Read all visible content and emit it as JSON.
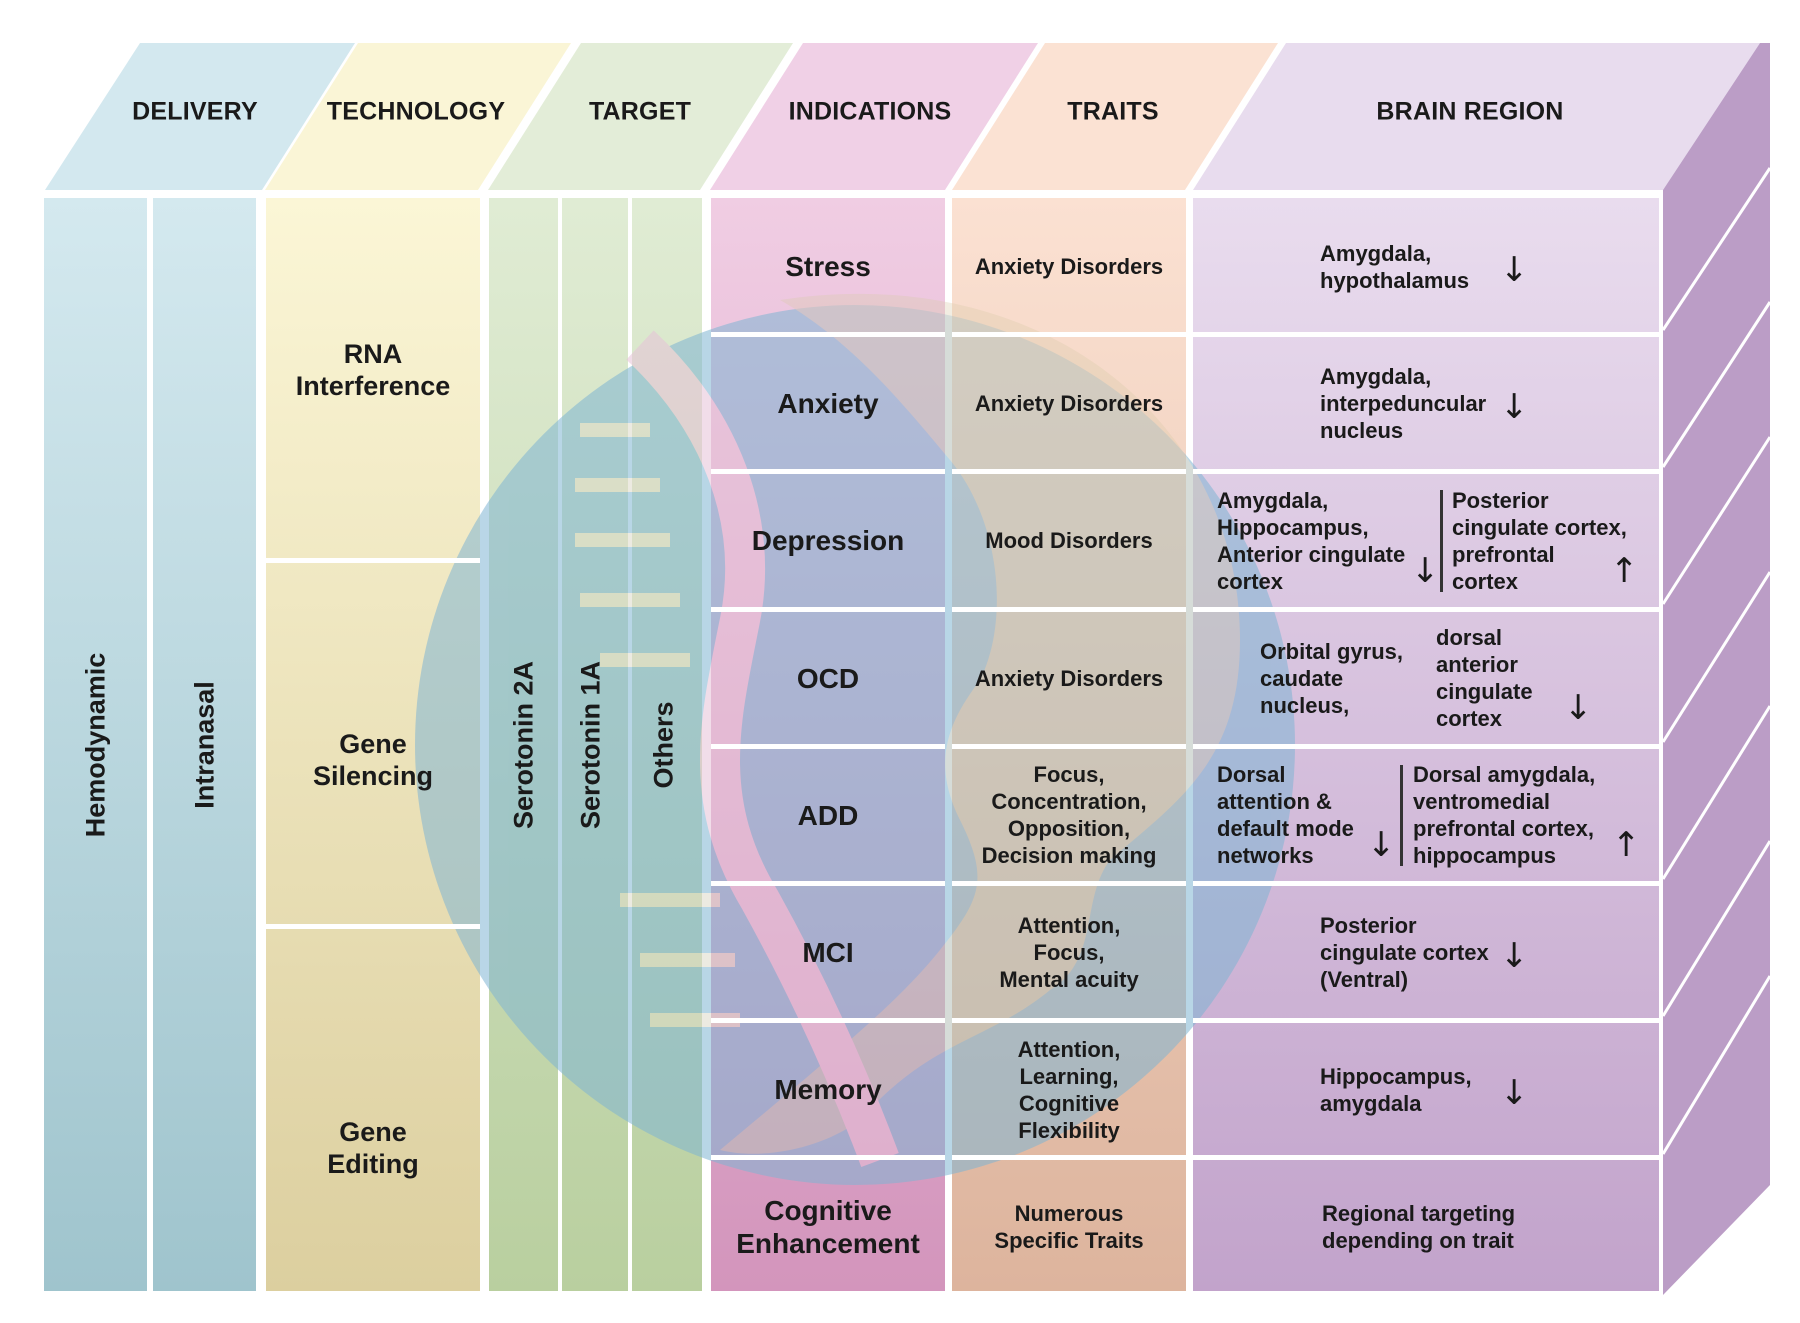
{
  "headers": {
    "delivery": "DELIVERY",
    "technology": "TECHNOLOGY",
    "target": "TARGET",
    "indications": "INDICATIONS",
    "traits": "TRAITS",
    "brain_region": "BRAIN REGION"
  },
  "delivery": {
    "hemodynamic": "Hemodynamic",
    "intranasal": "Intranasal"
  },
  "technology": {
    "rna_line1": "RNA",
    "rna_line2": "Interference",
    "silencing_line1": "Gene",
    "silencing_line2": "Silencing",
    "editing_line1": "Gene",
    "editing_line2": "Editing"
  },
  "target": {
    "serotonin_2a": "Serotonin 2A",
    "serotonin_1a": "Serotonin 1A",
    "others": "Others"
  },
  "rows": [
    {
      "indication": [
        "Stress"
      ],
      "traits": [
        "Anxiety Disorders"
      ],
      "brain_left": [
        "Amygdala,",
        "hypothalamus"
      ],
      "arrow_left": "↓"
    },
    {
      "indication": [
        "Anxiety"
      ],
      "traits": [
        "Anxiety Disorders"
      ],
      "brain_left": [
        "Amygdala,",
        "interpeduncular",
        "nucleus"
      ],
      "arrow_left": "↓"
    },
    {
      "indication": [
        "Depression"
      ],
      "traits": [
        "Mood Disorders"
      ],
      "brain_left": [
        "Amygdala,",
        "Hippocampus,",
        "Anterior cingulate",
        "cortex"
      ],
      "arrow_left": "↓",
      "brain_right": [
        "Posterior",
        "cingulate cortex,",
        "prefrontal",
        "cortex"
      ],
      "arrow_right": "↑"
    },
    {
      "indication": [
        "OCD"
      ],
      "traits": [
        "Anxiety Disorders"
      ],
      "brain_left": [
        "Orbital gyrus,",
        "caudate",
        "nucleus,"
      ],
      "brain_right": [
        "dorsal",
        "anterior",
        "cingulate",
        "cortex"
      ],
      "arrow_right": "↓"
    },
    {
      "indication": [
        "ADD"
      ],
      "traits": [
        "Focus,",
        "Concentration,",
        "Opposition,",
        "Decision making"
      ],
      "brain_left": [
        "Dorsal",
        "attention &",
        "default mode",
        "networks"
      ],
      "arrow_left": "↓",
      "brain_right": [
        "Dorsal amygdala,",
        "ventromedial",
        "prefrontal cortex,",
        "hippocampus"
      ],
      "arrow_right": "↑"
    },
    {
      "indication": [
        "MCI"
      ],
      "traits": [
        "Attention,",
        "Focus,",
        "Mental acuity"
      ],
      "brain_left": [
        "Posterior",
        "cingulate cortex",
        "(Ventral)"
      ],
      "arrow_left": "↓"
    },
    {
      "indication": [
        "Memory"
      ],
      "traits": [
        "Attention,",
        "Learning,",
        "Cognitive",
        "Flexibility"
      ],
      "brain_left": [
        "Hippocampus,",
        "amygdala"
      ],
      "arrow_left": "↓"
    },
    {
      "indication": [
        "Cognitive",
        "Enhancement"
      ],
      "traits": [
        "Numerous",
        "Specific Traits"
      ],
      "brain_left": [
        "Regional targeting",
        "depending on trait"
      ]
    }
  ],
  "colors": {
    "delivery": "#bcdde6",
    "technology": "#f6f0c8",
    "target": "#d2e3c4",
    "indications": "#e6b7d7",
    "traits": "#f6d3bd",
    "brain_region": "#dcc9e2",
    "side": "#b89bc2"
  }
}
